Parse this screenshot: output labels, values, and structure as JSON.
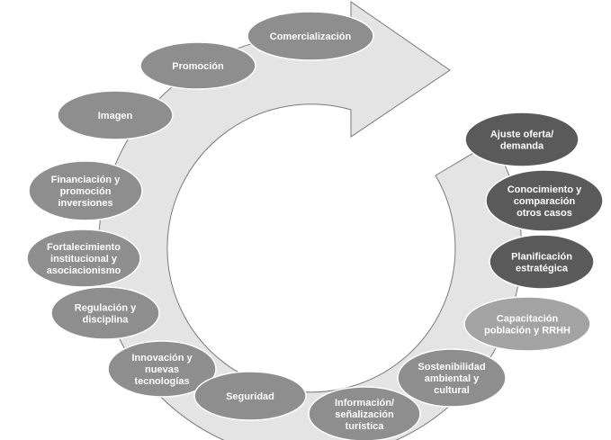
{
  "colors": {
    "dark": "#5a5a5a",
    "medium": "#8e8e8e",
    "light": "#a3a3a3",
    "arrow": "#e4e4e4",
    "arrow_stroke": "#7a7a7a"
  },
  "nodes": [
    {
      "lines": [
        "Comercialización"
      ],
      "tone": "medium"
    },
    {
      "lines": [
        "Promoción"
      ],
      "tone": "medium"
    },
    {
      "lines": [
        "Imagen"
      ],
      "tone": "medium"
    },
    {
      "lines": [
        "Financiación y",
        "promoción",
        "inversiones"
      ],
      "tone": "medium"
    },
    {
      "lines": [
        "Fortalecimiento",
        "institucional y",
        "asociacionismo"
      ],
      "tone": "medium"
    },
    {
      "lines": [
        "Regulación y",
        "disciplina"
      ],
      "tone": "medium"
    },
    {
      "lines": [
        "Innovación y",
        "nuevas",
        "tecnologías"
      ],
      "tone": "medium"
    },
    {
      "lines": [
        "Seguridad"
      ],
      "tone": "medium"
    },
    {
      "lines": [
        "Información/",
        "señalización",
        "turística"
      ],
      "tone": "medium"
    },
    {
      "lines": [
        "Sostenibilidad",
        "ambiental y",
        "cultural"
      ],
      "tone": "medium"
    },
    {
      "lines": [
        "Capacitación",
        "población y RRHH"
      ],
      "tone": "light"
    },
    {
      "lines": [
        "Planificación",
        "estratégica"
      ],
      "tone": "dark"
    },
    {
      "lines": [
        "Conocimiento y",
        "comparación",
        "otros casos"
      ],
      "tone": "dark"
    },
    {
      "lines": [
        "Ajuste oferta/",
        "demanda"
      ],
      "tone": "dark"
    }
  ]
}
